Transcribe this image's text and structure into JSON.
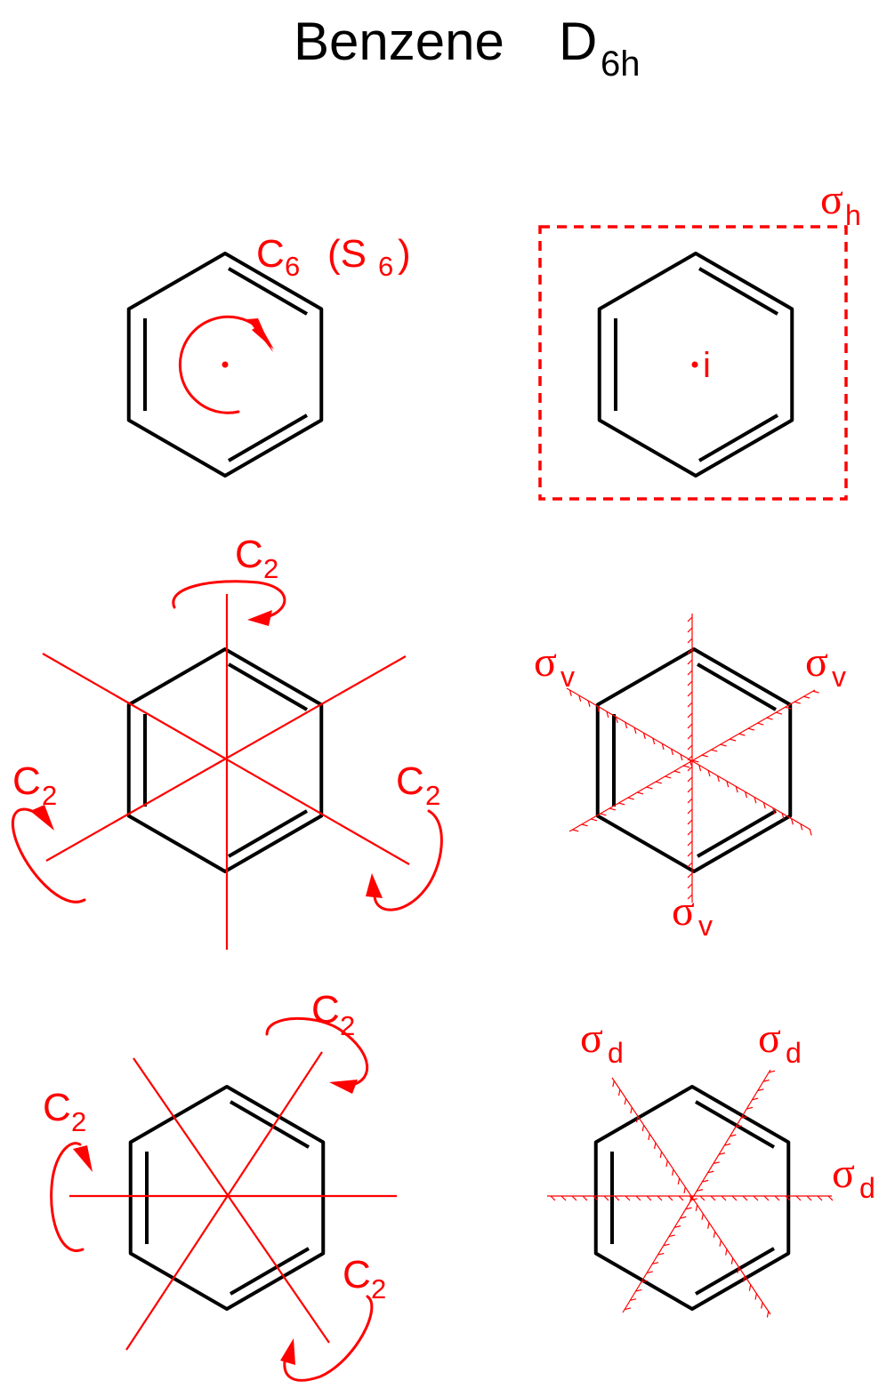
{
  "title": {
    "main": "Benzene",
    "symbol": "D",
    "symbol_sub": "6h"
  },
  "labels": {
    "c6": "C",
    "c6_sub": "6",
    "s6_open": "(S",
    "s6_sub": "6",
    "s6_close": ")",
    "inversion": "i",
    "sigma": "σ",
    "sub_h": "h",
    "sub_v": "v",
    "sub_d": "d",
    "c2": "C",
    "c2_sub": "2"
  },
  "colors": {
    "element": "#ff0000",
    "structure": "#000000"
  },
  "icons": [
    "rotation-arrow-icon",
    "inversion-center-icon",
    "mirror-plane-icon"
  ]
}
